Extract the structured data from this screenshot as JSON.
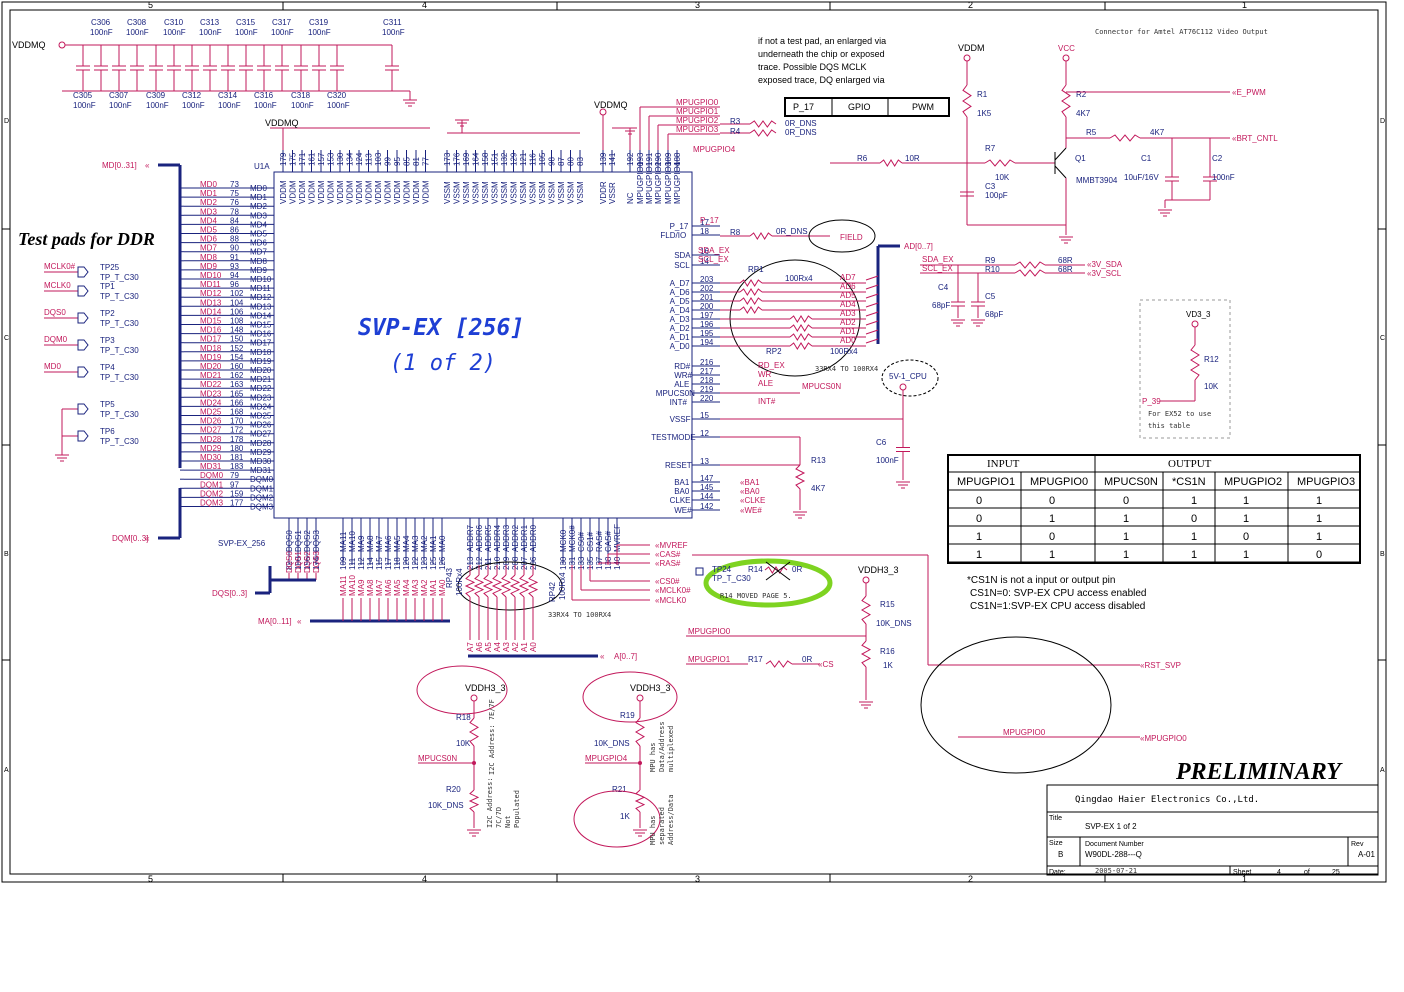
{
  "frame": {
    "top_numbers": [
      "5",
      "4",
      "3",
      "2",
      "1"
    ],
    "side_letters": [
      "D",
      "C",
      "B",
      "A"
    ]
  },
  "chip": {
    "ref": "U1A",
    "part": "SVP-EX_256",
    "title": "SVP-EX [256]",
    "subtitle": "(1 of 2)",
    "left_pins": [
      {
        "name": "MD0",
        "num": "73"
      },
      {
        "name": "MD1",
        "num": "75"
      },
      {
        "name": "MD2",
        "num": "76"
      },
      {
        "name": "MD3",
        "num": "78"
      },
      {
        "name": "MD4",
        "num": "84"
      },
      {
        "name": "MD5",
        "num": "86"
      },
      {
        "name": "MD6",
        "num": "88"
      },
      {
        "name": "MD7",
        "num": "90"
      },
      {
        "name": "MD8",
        "num": "91"
      },
      {
        "name": "MD9",
        "num": "93"
      },
      {
        "name": "MD10",
        "num": "94"
      },
      {
        "name": "MD11",
        "num": "96"
      },
      {
        "name": "MD12",
        "num": "102"
      },
      {
        "name": "MD13",
        "num": "104"
      },
      {
        "name": "MD14",
        "num": "106"
      },
      {
        "name": "MD15",
        "num": "108"
      },
      {
        "name": "MD16",
        "num": "148"
      },
      {
        "name": "MD17",
        "num": "150"
      },
      {
        "name": "MD18",
        "num": "152"
      },
      {
        "name": "MD19",
        "num": "154"
      },
      {
        "name": "MD20",
        "num": "160"
      },
      {
        "name": "MD21",
        "num": "162"
      },
      {
        "name": "MD22",
        "num": "163"
      },
      {
        "name": "MD23",
        "num": "165"
      },
      {
        "name": "MD24",
        "num": "166"
      },
      {
        "name": "MD25",
        "num": "168"
      },
      {
        "name": "MD26",
        "num": "170"
      },
      {
        "name": "MD27",
        "num": "172"
      },
      {
        "name": "MD28",
        "num": "178"
      },
      {
        "name": "MD29",
        "num": "180"
      },
      {
        "name": "MD30",
        "num": "181"
      },
      {
        "name": "MD31",
        "num": "183"
      },
      {
        "name": "DQM0",
        "num": "79"
      },
      {
        "name": "DQM1",
        "num": "97"
      },
      {
        "name": "DQM2",
        "num": "159"
      },
      {
        "name": "DQM3",
        "num": "177"
      }
    ],
    "top_pins": [
      {
        "name": "VDDM",
        "num": "179"
      },
      {
        "name": "VDDM",
        "num": "175"
      },
      {
        "name": "VDDM",
        "num": "171"
      },
      {
        "name": "VDDM",
        "num": "161"
      },
      {
        "name": "VDDM",
        "num": "157"
      },
      {
        "name": "VDDM",
        "num": "153"
      },
      {
        "name": "VDDM",
        "num": "130"
      },
      {
        "name": "VDDM",
        "num": "134"
      },
      {
        "name": "VDDM",
        "num": "124"
      },
      {
        "name": "VDDM",
        "num": "113"
      },
      {
        "name": "VDDM",
        "num": "103"
      },
      {
        "name": "VDDM",
        "num": "99"
      },
      {
        "name": "VDDM",
        "num": "95"
      },
      {
        "name": "VDDM",
        "num": "85"
      },
      {
        "name": "VDDM",
        "num": "81"
      },
      {
        "name": "VDDM",
        "num": "77"
      },
      {
        "name": "VSSM",
        "num": "173"
      },
      {
        "name": "VSSM",
        "num": "176"
      },
      {
        "name": "VSSM",
        "num": "169"
      },
      {
        "name": "VSSM",
        "num": "164"
      },
      {
        "name": "VSSM",
        "num": "158"
      },
      {
        "name": "VSSM",
        "num": "151"
      },
      {
        "name": "VSSM",
        "num": "132"
      },
      {
        "name": "VSSM",
        "num": "129"
      },
      {
        "name": "VSSM",
        "num": "121"
      },
      {
        "name": "VSSM",
        "num": "116"
      },
      {
        "name": "VSSM",
        "num": "105"
      },
      {
        "name": "VSSM",
        "num": "98"
      },
      {
        "name": "VSSM",
        "num": "87"
      },
      {
        "name": "VSSM",
        "num": "80"
      },
      {
        "name": "VSSM",
        "num": "83"
      },
      {
        "name": "VDDR",
        "num": "139"
      },
      {
        "name": "VSSR",
        "num": "141"
      },
      {
        "name": "NC",
        "num": "192"
      },
      {
        "name": "MPUGPIO0",
        "num": "193"
      },
      {
        "name": "MPUGPIO1",
        "num": "191"
      },
      {
        "name": "MPUGPIO2",
        "num": "190"
      },
      {
        "name": "MPUGPIO3",
        "num": "189"
      },
      {
        "name": "MPUGPIO4",
        "num": "188"
      }
    ],
    "right_pins": [
      {
        "name": "P_17",
        "num": "17"
      },
      {
        "name": "FLD/IO",
        "num": "18"
      },
      {
        "name": "SDA",
        "num": "16"
      },
      {
        "name": "SCL",
        "num": "14"
      },
      {
        "name": "A_D7",
        "num": "203"
      },
      {
        "name": "A_D6",
        "num": "202"
      },
      {
        "name": "A_D5",
        "num": "201"
      },
      {
        "name": "A_D4",
        "num": "200"
      },
      {
        "name": "A_D3",
        "num": "197"
      },
      {
        "name": "A_D2",
        "num": "196"
      },
      {
        "name": "A_D1",
        "num": "195"
      },
      {
        "name": "A_D0",
        "num": "194"
      },
      {
        "name": "RD#",
        "num": "216"
      },
      {
        "name": "WR#",
        "num": "217"
      },
      {
        "name": "ALE",
        "num": "218"
      },
      {
        "name": "MPUCS0N",
        "num": "219"
      },
      {
        "name": "INT#",
        "num": "220"
      },
      {
        "name": "VSSF",
        "num": "15"
      },
      {
        "name": "TESTMODE",
        "num": "12"
      },
      {
        "name": "RESET",
        "num": "13"
      },
      {
        "name": "BA1",
        "num": "147"
      },
      {
        "name": "BA0",
        "num": "145"
      },
      {
        "name": "CLKE",
        "num": "144"
      },
      {
        "name": "WE#",
        "num": "142"
      }
    ],
    "bottom_pins": [
      {
        "name": "DQS0",
        "num": "82"
      },
      {
        "name": "DQS1",
        "num": "100"
      },
      {
        "name": "DQS2",
        "num": "156"
      },
      {
        "name": "DQS3",
        "num": "174"
      },
      {
        "name": "MA11",
        "num": "109"
      },
      {
        "name": "MA10",
        "num": "111"
      },
      {
        "name": "MA9",
        "num": "112"
      },
      {
        "name": "MA8",
        "num": "114"
      },
      {
        "name": "MA7",
        "num": "115"
      },
      {
        "name": "MA6",
        "num": "117"
      },
      {
        "name": "MA5",
        "num": "118"
      },
      {
        "name": "MA4",
        "num": "120"
      },
      {
        "name": "MA3",
        "num": "122"
      },
      {
        "name": "MA2",
        "num": "123"
      },
      {
        "name": "MA1",
        "num": "125"
      },
      {
        "name": "MA0",
        "num": "126"
      },
      {
        "name": "ADDR7",
        "num": "213"
      },
      {
        "name": "ADDR6",
        "num": "212"
      },
      {
        "name": "ADDR5",
        "num": "211"
      },
      {
        "name": "ADDR4",
        "num": "210"
      },
      {
        "name": "ADDR3",
        "num": "209"
      },
      {
        "name": "ADDR2",
        "num": "208"
      },
      {
        "name": "ADDR1",
        "num": "207"
      },
      {
        "name": "ADDR0",
        "num": "206"
      },
      {
        "name": "MCK0",
        "num": "130"
      },
      {
        "name": "MCK0#",
        "num": "131"
      },
      {
        "name": "CS0#",
        "num": "133"
      },
      {
        "name": "CS1#",
        "num": "135"
      },
      {
        "name": "RAS#",
        "num": "137"
      },
      {
        "name": "CAS#",
        "num": "138"
      },
      {
        "name": "MVREF",
        "num": "140"
      }
    ]
  },
  "caps_top": {
    "upper": [
      {
        "ref": "C306",
        "val": "100nF"
      },
      {
        "ref": "C308",
        "val": "100nF"
      },
      {
        "ref": "C310",
        "val": "100nF"
      },
      {
        "ref": "C313",
        "val": "100nF"
      },
      {
        "ref": "C315",
        "val": "100nF"
      },
      {
        "ref": "C317",
        "val": "100nF"
      },
      {
        "ref": "C319",
        "val": "100nF"
      },
      {
        "ref": "C311",
        "val": "100nF"
      }
    ],
    "lower": [
      {
        "ref": "C305",
        "val": "100nF"
      },
      {
        "ref": "C307",
        "val": "100nF"
      },
      {
        "ref": "C309",
        "val": "100nF"
      },
      {
        "ref": "C312",
        "val": "100nF"
      },
      {
        "ref": "C314",
        "val": "100nF"
      },
      {
        "ref": "C316",
        "val": "100nF"
      },
      {
        "ref": "C318",
        "val": "100nF"
      },
      {
        "ref": "C320",
        "val": "100nF"
      }
    ],
    "rail": "VDDMQ"
  },
  "nets": {
    "vddmq": "VDDMQ",
    "md_bus": "MD[0..31]",
    "dqm_bus": "DQM[0..3]",
    "dqs_bus": "DQS[0..3]",
    "ma_bus": "MA[0..11]",
    "a_bus": "A[0..7]",
    "ad_bus": "AD[0..7]",
    "mpugpio": [
      "MPUGPIO0",
      "MPUGPIO1",
      "MPUGPIO2",
      "MPUGPIO3",
      "MPUGPIO4"
    ],
    "r3": "R3",
    "r4": "R4",
    "r3v": "0R_DNS",
    "r4v": "0R_DNS",
    "p17": "P_17",
    "field": "FIELD",
    "r8": "R8",
    "r8v": "0R_DNS",
    "sda_ex": "SDA_EX",
    "scl_ex": "SCL_EX",
    "ad_labels": [
      "AD7",
      "AD6",
      "AD5",
      "AD4",
      "AD3",
      "AD2",
      "AD1",
      "AD0"
    ],
    "rp1": "RP1",
    "rp1v": "100Rx4",
    "rp2": "RP2",
    "rp2v": "100Rx4",
    "rp_note": "33RX4 TO 100RX4",
    "rd_ex": "RD_EX",
    "wr": "WR",
    "ale": "ALE",
    "mpucs0n": "MPUCS0N",
    "int": "INT#",
    "ba1": "BA1",
    "ba0": "BA0",
    "clke": "CLKE",
    "we": "WE#",
    "r13": "R13",
    "r13v": "4K7",
    "c6": "C6",
    "c6v": "100nF",
    "v5": "5V-1_CPU",
    "mvref": "MVREF",
    "cas": "CAS#",
    "ras": "RAS#",
    "cs0": "CS0#",
    "mclk0n": "MCLK0#",
    "mclk0": "MCLK0",
    "rp42": "RP42",
    "rp42v": "100Rx4",
    "rp43": "RP43",
    "rp43v": "100Rx4",
    "rp_note2": "33RX4 TO 100RX4",
    "a_labels": [
      "A7",
      "A6",
      "A5",
      "A4",
      "A3",
      "A2",
      "A1",
      "A0"
    ],
    "ma_labels": [
      "MA11",
      "MA10",
      "MA9",
      "MA8",
      "MA7",
      "MA6",
      "MA5",
      "MA4",
      "MA3",
      "MA2",
      "MA1",
      "MA0"
    ],
    "dqs_labels": [
      "DQS0",
      "DQS1",
      "DQS2",
      "DQS3"
    ]
  },
  "testpads": {
    "heading": "Test pads for DDR",
    "pads": [
      {
        "net": "MCLK0#",
        "ref": "TP25",
        "part": "TP_T_C30"
      },
      {
        "net": "MCLK0",
        "ref": "TP1",
        "part": "TP_T_C30"
      },
      {
        "net": "DQS0",
        "ref": "TP2",
        "part": "TP_T_C30"
      },
      {
        "net": "DQM0",
        "ref": "TP3",
        "part": "TP_T_C30"
      },
      {
        "net": "MD0",
        "ref": "TP4",
        "part": "TP_T_C30"
      },
      {
        "net": "",
        "ref": "TP5",
        "part": "TP_T_C30"
      },
      {
        "net": "",
        "ref": "TP6",
        "part": "TP_T_C30"
      }
    ]
  },
  "notes": {
    "via_note": [
      "if not a test pad, an enlarged via",
      "underneath the chip or exposed",
      "trace. Possible DQS MCLK",
      "exposed trace, DQ enlarged via"
    ],
    "gpio_box": [
      "P_17",
      "GPIO",
      "PWM"
    ],
    "connector": "Connector for Amtel AT76C112 Video Output",
    "ex52": [
      "For EX52 to use",
      "this table"
    ],
    "cs1n_note": [
      "*CS1N is not a input or output pin",
      "CS1N=0: SVP-EX CPU access enabled",
      "CS1N=1:SVP-EX CPU access disabled"
    ],
    "tp24": "TP24",
    "tp24p": "TP_T_C30",
    "r14": "R14",
    "r14v": "0R",
    "r14note": "R14 MOVED PAGE 5.",
    "i2c": [
      "I2C Address:",
      "7C/7D",
      "Not",
      "Populated"
    ],
    "i2c2": "I2C Address: 7E/7F",
    "mpu1": [
      "MPU has",
      "Data/Address",
      "multiplexed"
    ],
    "mpu2": [
      "MPU has",
      "separated",
      "Address/Data"
    ]
  },
  "video": {
    "vddm": "VDDM",
    "vcc": "VCC",
    "r1": "R1",
    "r1v": "1K5",
    "r2": "R2",
    "r2v": "4K7",
    "e_pwm": "E_PWM",
    "r5": "R5",
    "r5v": "4K7",
    "brt": "BRT_CNTL",
    "r6": "R6",
    "r6v": "10R",
    "r7": "R7",
    "r7v": "10K",
    "c3": "C3",
    "c3v": "100pF",
    "q1": "Q1",
    "q1p": "MMBT3904",
    "c1": "C1",
    "c1v": "10uF/16V",
    "c2": "C2",
    "c2v": "100nF",
    "r9": "R9",
    "r10": "R10",
    "r9v": "68R",
    "r10v": "68R",
    "sda3": "3V_SDA",
    "scl3": "3V_SCL",
    "c4": "C4",
    "c4v": "68pF",
    "c5": "C5",
    "c5v": "68pF",
    "vd33": "VD3_3",
    "r12": "R12",
    "r12v": "10K",
    "p39": "P_39"
  },
  "misc": {
    "vddh": "VDDH3_3",
    "r15": "R15",
    "r15v": "10K_DNS",
    "r16": "R16",
    "r16v": "1K",
    "r17": "R17",
    "r17v": "0R",
    "cs": "CS",
    "rst": "RST_SVP",
    "r18": "R18",
    "r18v": "10K",
    "r19": "R19",
    "r19v": "10K_DNS",
    "r20": "R20",
    "r20v": "10K_DNS",
    "r21": "R21",
    "r21v": "1K"
  },
  "table": {
    "input": "INPUT",
    "output": "OUTPUT",
    "headers": [
      "MPUGPIO1",
      "MPUGPIO0",
      "MPUCS0N",
      "*CS1N",
      "MPUGPIO2",
      "MPUGPIO3"
    ],
    "rows": [
      [
        "0",
        "0",
        "0",
        "1",
        "1",
        "1"
      ],
      [
        "0",
        "1",
        "1",
        "0",
        "1",
        "1"
      ],
      [
        "1",
        "0",
        "1",
        "1",
        "0",
        "1"
      ],
      [
        "1",
        "1",
        "1",
        "1",
        "1",
        "0"
      ]
    ]
  },
  "titleblock": {
    "preliminary": "PRELIMINARY",
    "company": "Qingdao Haier Electronics Co.,Ltd.",
    "title_label": "Title",
    "title": "SVP-EX 1 of 2",
    "size_label": "Size",
    "size": "B",
    "docnum_label": "Document Number",
    "docnum": "W90DL-288---Q",
    "rev_label": "Rev",
    "rev": "A-01",
    "date_label": "Date:",
    "date": "2005-07-21",
    "sheet_label": "Sheet",
    "sheet": "4",
    "of_label": "of",
    "total": "25"
  },
  "colors": {
    "pin": "#1a237e",
    "net": "#c2185b",
    "highlight": "#7ed321"
  }
}
